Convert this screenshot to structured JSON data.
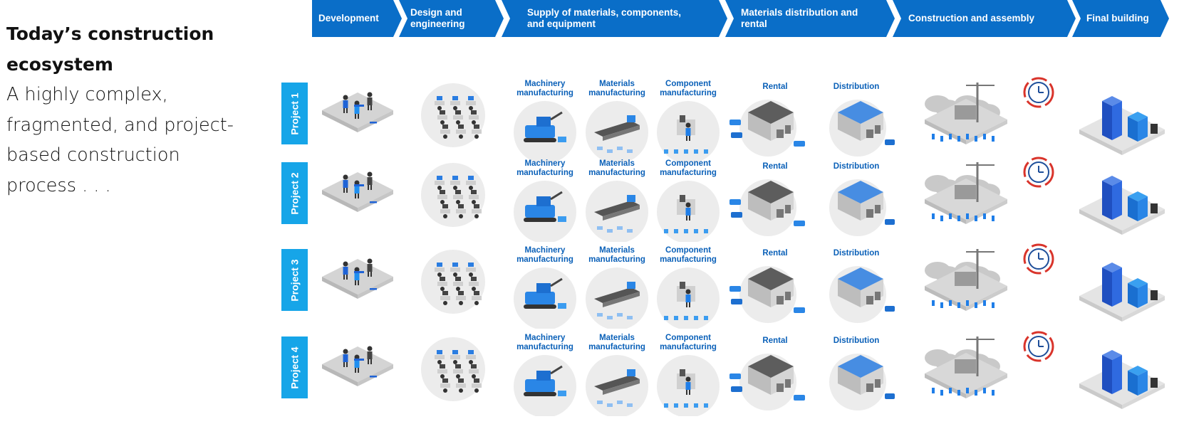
{
  "heading": {
    "title": "Today’s construction ecosystem",
    "subtitle": "A highly complex, fragmented, and project-based construction process . . ."
  },
  "stages": [
    {
      "label": "Development"
    },
    {
      "label": "Design and\nengineering"
    },
    {
      "label": "Supply of materials, components,\nand equipment"
    },
    {
      "label": "Materials distribution and\nrental"
    },
    {
      "label": "Construction and assembly"
    },
    {
      "label": "Final building"
    }
  ],
  "projects": [
    {
      "label": "Project 1"
    },
    {
      "label": "Project 2"
    },
    {
      "label": "Project 3"
    },
    {
      "label": "Project 4"
    }
  ],
  "sublabels": {
    "machinery": "Machinery\nmanufacturing",
    "materials": "Materials\nmanufacturing",
    "component": "Component\nmanufacturing",
    "rental": "Rental",
    "distribution": "Distribution"
  },
  "colors": {
    "stage_blue": "#0a6ec8",
    "project_blue": "#16a5e8",
    "label_blue": "#0a60b8",
    "clock_red": "#d9342b"
  },
  "icons": {
    "development": "people-meeting-icon",
    "design": "design-office-icon",
    "machinery": "machinery-factory-icon",
    "materials": "materials-factory-icon",
    "component": "component-factory-icon",
    "rental": "rental-warehouse-icon",
    "distribution": "distribution-warehouse-icon",
    "construction": "construction-site-icon",
    "clock": "clock-delay-icon",
    "final": "final-building-icon"
  }
}
